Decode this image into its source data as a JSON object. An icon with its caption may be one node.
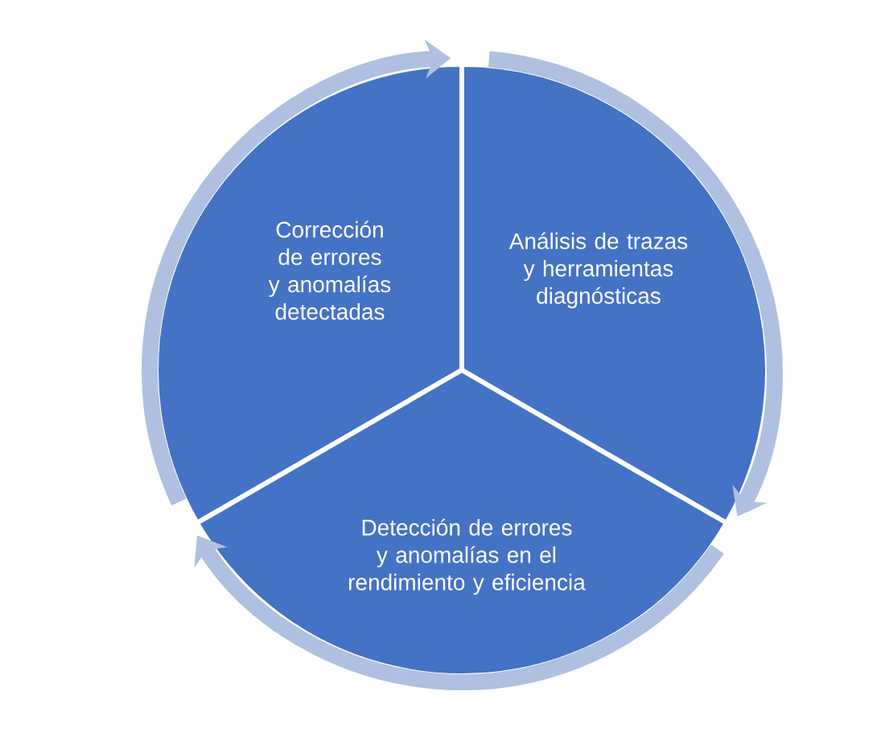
{
  "diagram": {
    "nodes": [
      {
        "text": [
          "Corrección de errores y anomalías detectadas"
        ]
      },
      {
        "text": [
          "Análisis de trazas y herramientas diagnósticas"
        ]
      },
      {
        "text": [
          "Detección de errores y anomalías en el rendimiento y eficiencia"
        ]
      }
    ],
    "edges": [
      {
        "from": 0,
        "to": 1,
        "arrow": "to"
      },
      {
        "from": 1,
        "to": 2,
        "arrow": "to"
      },
      {
        "from": 2,
        "to": 0,
        "arrow": "to"
      }
    ]
  }
}
